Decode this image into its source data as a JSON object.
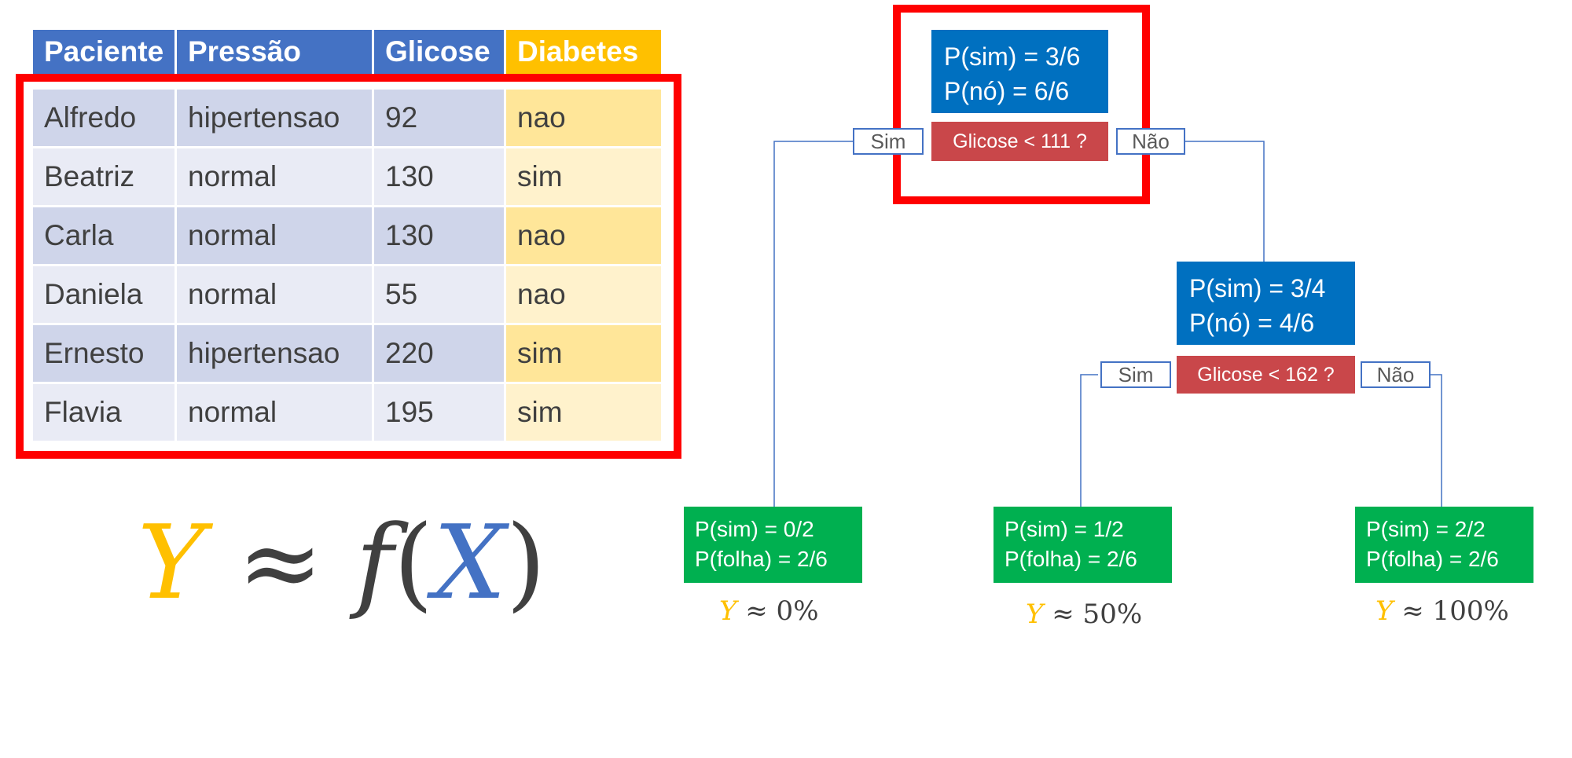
{
  "table": {
    "headers": [
      "Paciente",
      "Pressão",
      "Glicose",
      "Diabetes"
    ],
    "rows": [
      [
        "Alfredo",
        "hipertensao",
        "92",
        "nao"
      ],
      [
        "Beatriz",
        "normal",
        "130",
        "sim"
      ],
      [
        "Carla",
        "normal",
        "130",
        "nao"
      ],
      [
        "Daniela",
        "normal",
        "55",
        "nao"
      ],
      [
        "Ernesto",
        "hipertensao",
        "220",
        "sim"
      ],
      [
        "Flavia",
        "normal",
        "195",
        "sim"
      ]
    ]
  },
  "formula": {
    "y": "Y",
    "approx": "≈",
    "f": "f",
    "open": "(",
    "x": "X",
    "close": ")"
  },
  "tree": {
    "root": {
      "p_sim": "P(sim) = 3/6",
      "p_no": "P(nó) = 6/6",
      "test": "Glicose < 111 ?",
      "yes": "Sim",
      "no": "Não"
    },
    "node2": {
      "p_sim": "P(sim) = 3/4",
      "p_no": "P(nó) = 4/6",
      "test": "Glicose < 162 ?",
      "yes": "Sim",
      "no": "Não"
    },
    "leaves": [
      {
        "p_sim": "P(sim) = 0/2",
        "p_folha": "P(folha) = 2/6",
        "y": "Y",
        "est": "≈ 0%"
      },
      {
        "p_sim": "P(sim) = 1/2",
        "p_folha": "P(folha) = 2/6",
        "y": "Y",
        "est": "≈ 50%"
      },
      {
        "p_sim": "P(sim) = 2/2",
        "p_folha": "P(folha) = 2/6",
        "y": "Y",
        "est": "≈ 100%"
      }
    ]
  },
  "colors": {
    "highlight": "#ff0000",
    "node": "#0070c0",
    "test": "#c9474a",
    "leaf": "#00b050",
    "accent_y": "#ffc000",
    "accent_x": "#4472c4"
  }
}
